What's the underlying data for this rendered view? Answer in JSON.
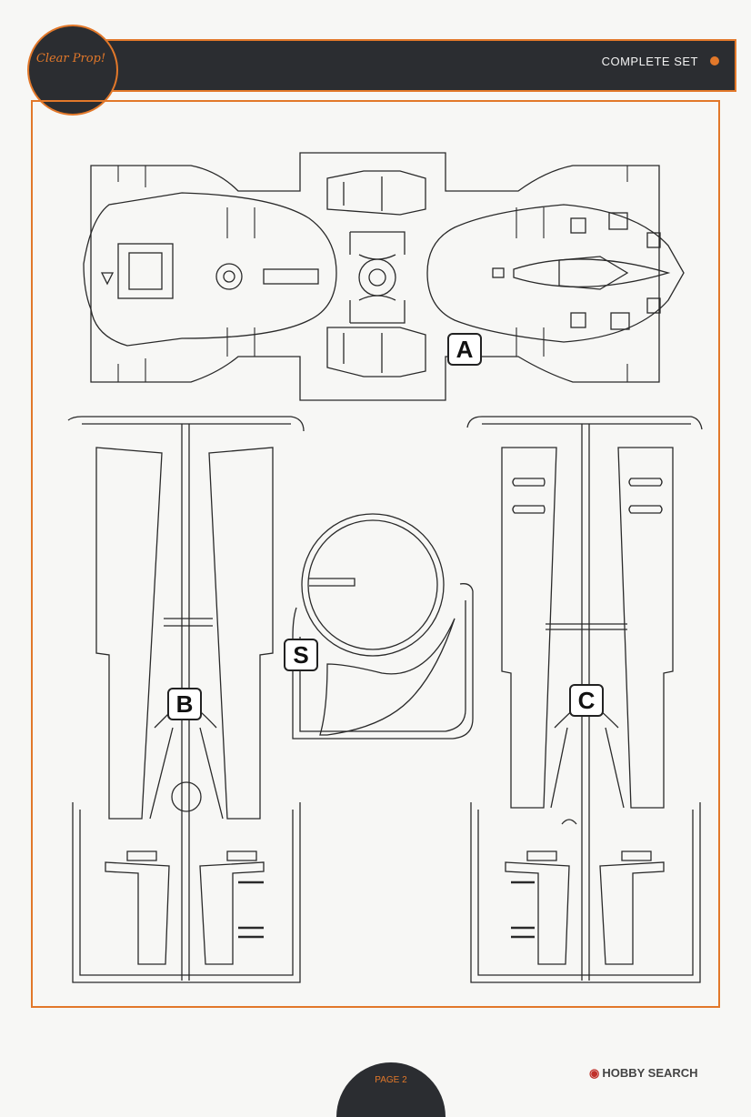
{
  "header": {
    "logo_text": "Clear Prop!",
    "title": "COMPLETE SET"
  },
  "sprues": {
    "a_label": "A",
    "b_label": "B",
    "c_label": "C",
    "s_label": "S"
  },
  "footer": {
    "page_label": "PAGE 2",
    "watermark": "HOBBY SEARCH"
  }
}
